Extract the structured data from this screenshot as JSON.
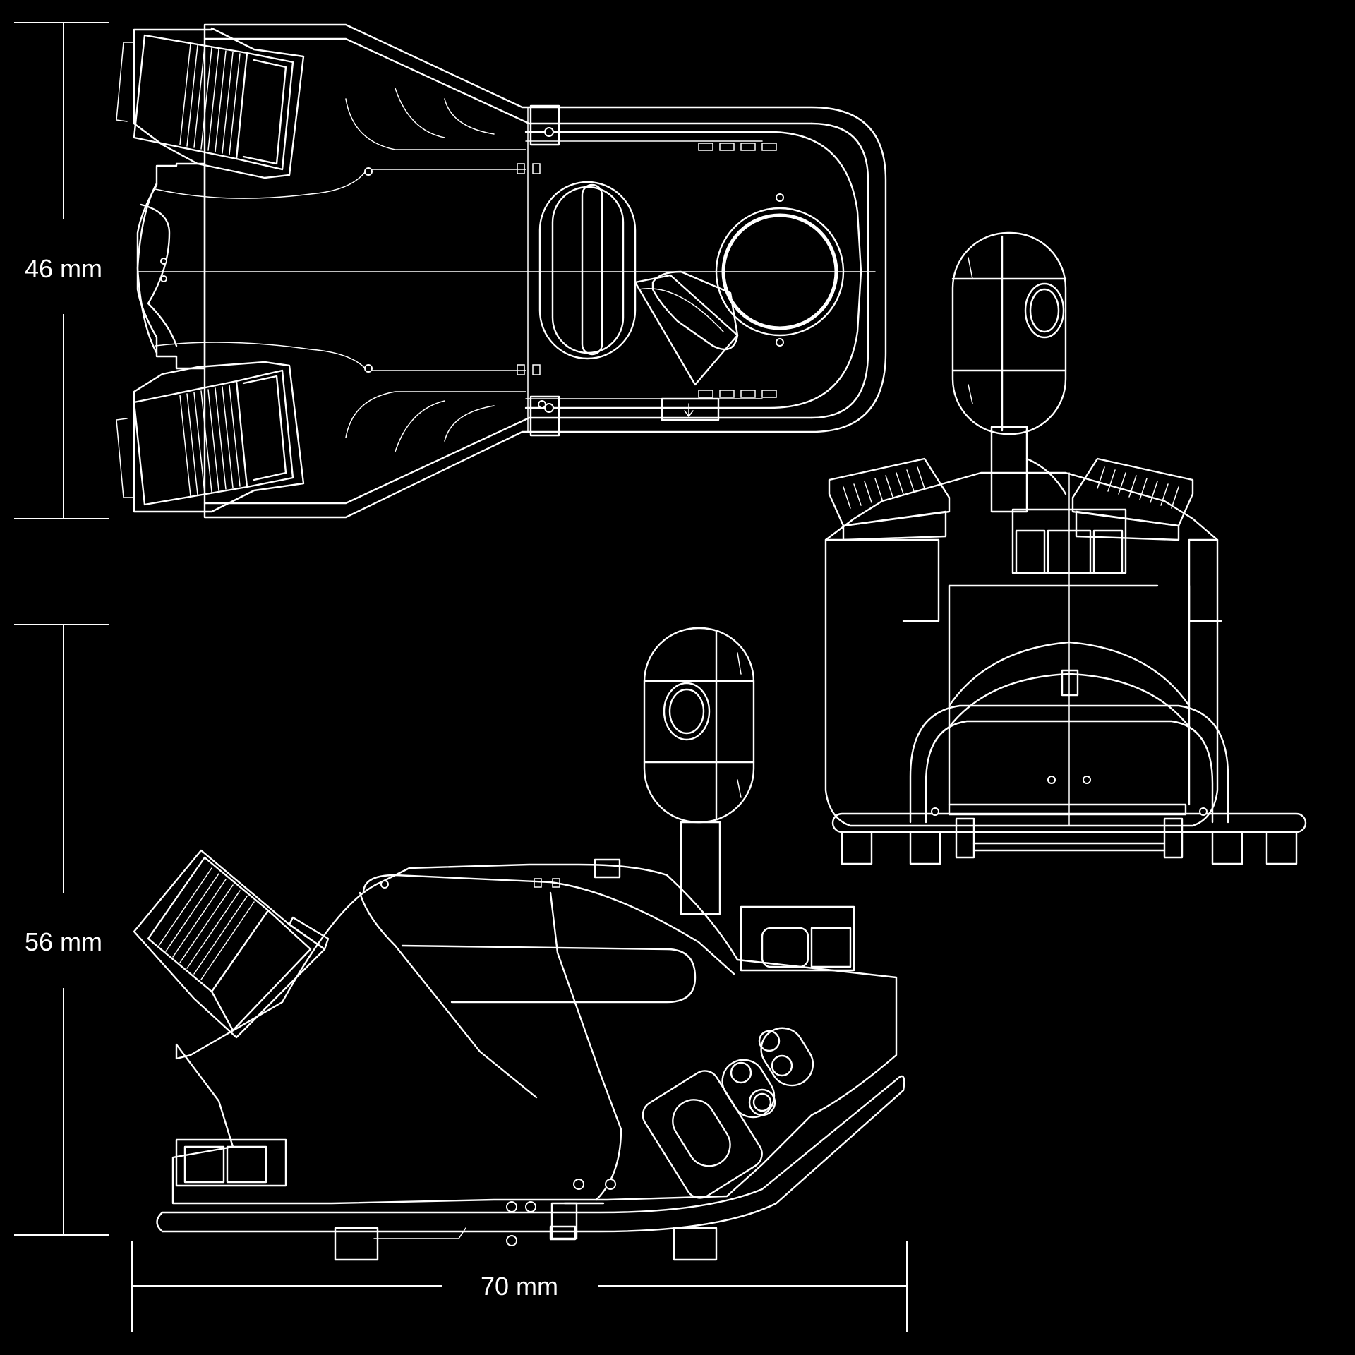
{
  "dimensions": {
    "width_top_view": "46 mm",
    "height_side_view": "56 mm",
    "length_side_view": "70 mm"
  },
  "colors": {
    "background": "#000000",
    "line": "#ffffff"
  }
}
